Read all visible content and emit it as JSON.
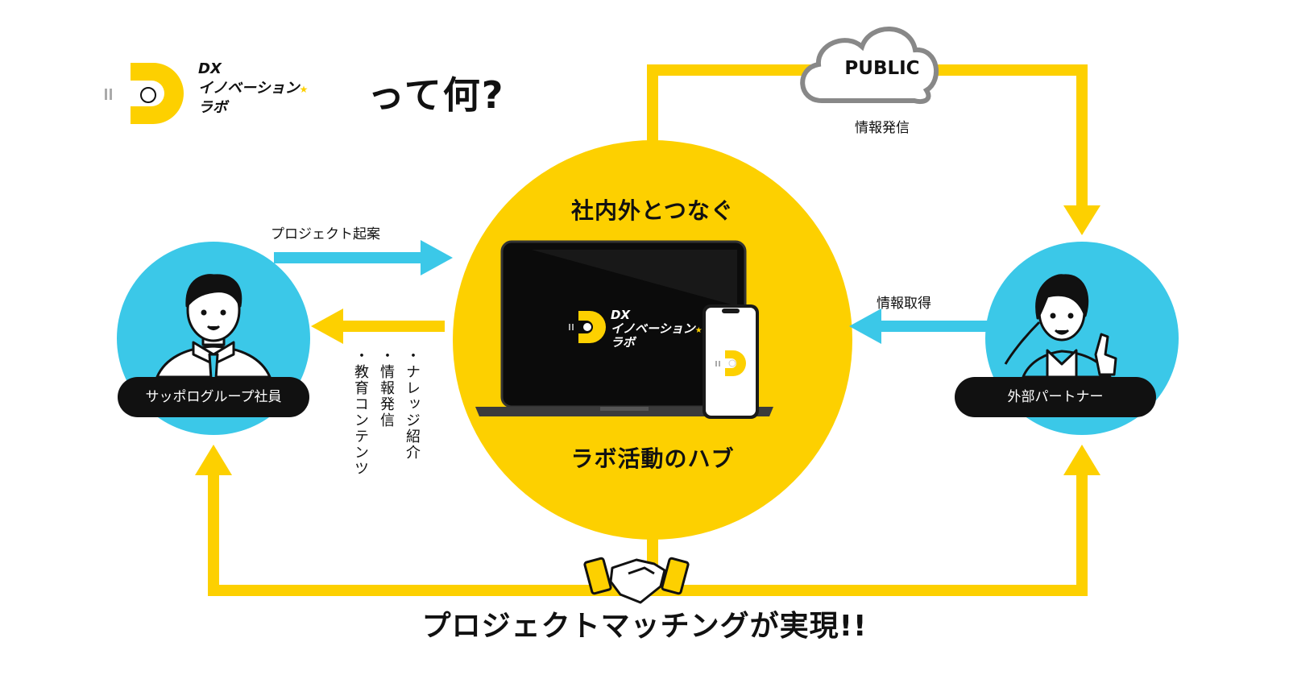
{
  "brand": {
    "line1": "DX",
    "line2": "イノベーション",
    "line3": "ラボ",
    "star": "★"
  },
  "title_suffix": "って何?",
  "cloud": {
    "label": "PUBLIC",
    "caption": "情報発信"
  },
  "hub": {
    "top": "社内外とつなぐ",
    "bottom": "ラボ活動のハブ"
  },
  "left_node": {
    "label": "サッポログループ社員"
  },
  "right_node": {
    "label": "外部パートナー"
  },
  "arrows": {
    "left_to_hub": "プロジェクト起案",
    "right_to_hub": "情報取得"
  },
  "hub_outputs": [
    "・ナレッジ紹介",
    "・情報発信",
    "・教育コンテンツ"
  ],
  "footer": "プロジェクトマッチングが実現!!",
  "colors": {
    "yellow": "#FDD000",
    "blue": "#3BC8E8",
    "black": "#111111"
  },
  "icons": [
    "lightbulb-d-logo",
    "cloud-icon",
    "laptop-icon",
    "smartphone-icon",
    "handshake-icon",
    "male-employee-avatar",
    "female-partner-avatar"
  ]
}
